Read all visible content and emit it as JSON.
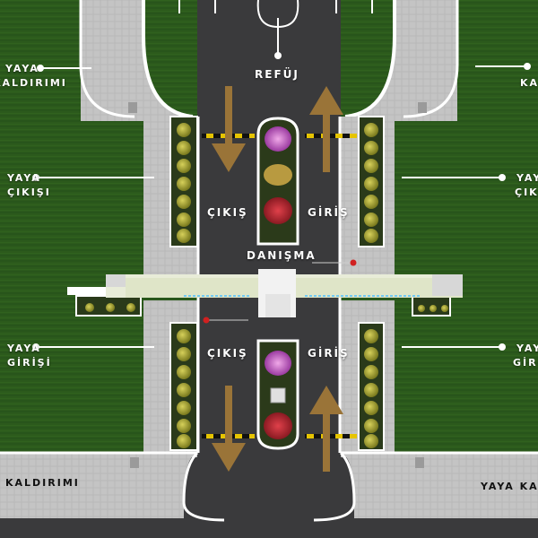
{
  "labels": {
    "refuj": "REFÜJ",
    "danisma": "DANIŞMA",
    "cikis_top": "ÇIKIŞ",
    "giris_top": "GİRİŞ",
    "cikis_bottom": "ÇIKIŞ",
    "giris_bottom": "GİRİŞ",
    "yaya_tl": "YAYA",
    "kaldirimi_tl": "KALDIRIMI",
    "yaya_tr_cut": "KA",
    "yaya_cikisi_left_1": "YAYA",
    "yaya_cikisi_left_2": "ÇIKIŞI",
    "yaya_cikisi_right_1": "YAYA",
    "yaya_cikisi_right_2": "ÇIKIŞI",
    "yaya_girisi_left_1": "YAYA",
    "yaya_girisi_left_2": "GİRİŞİ",
    "yaya_girisi_right_1": "YAYA",
    "yaya_girisi_right_2": "GİRİ",
    "kaldirimi_bl": "KALDIRIMI",
    "yaya_br": "YAYA KA"
  },
  "colors": {
    "grass": "#2c5a1c",
    "asphalt": "#3a3a3c",
    "sidewalk": "#b4b4b4",
    "arrow": "#9a7438",
    "barrier_yellow": "#e6c400",
    "flower_red": "#c3262e",
    "flower_pink": "#d86fc8",
    "shrub": "#a5a032"
  }
}
